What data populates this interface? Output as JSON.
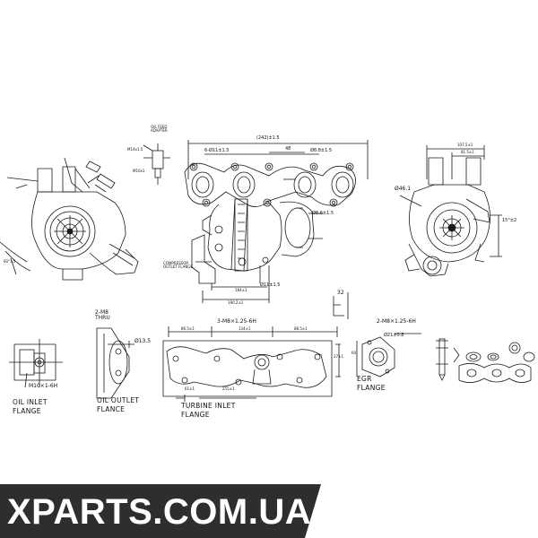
{
  "watermark": {
    "text": "XPARTS.COM.UA",
    "bg_color": "#2e2e2e",
    "text_color": "#ffffff"
  },
  "colors": {
    "line": "#1a1a1a",
    "background": "#ffffff"
  },
  "labels": {
    "oil_feed_adapter": "OIL FEED\nADAPTER",
    "m14x15": "M14x1.5",
    "m10x1_top": "M10x1",
    "dim_242": "(242)±1.5",
    "six_holes": "6-Ø11±1.5",
    "dim_48": "48",
    "dia_8_8": "Ø8.8±1.5",
    "dia_8_6": "Ø8.6±1.5",
    "dia_11": "Ø11±1.5",
    "dim_184": "184±1",
    "dim_190": "190.2±1",
    "compressor_outlet": "COMPRESSOR\nOUTLET FLANGE",
    "dim_107": "107.5±1",
    "dim_81": "81.5±1",
    "dia_46": "Ø46.1",
    "dim_15": "15°±2",
    "dim_32": "32",
    "two_m8_thru": "2-M8\nTHRU",
    "dia_13_5": "Ø13.5",
    "three_m8": "3-M8×1.25-6H",
    "dim_86_5": "86.5±1",
    "dim_134": "134±1",
    "dim_88_5": "88.5±1",
    "dim_255": "255±1",
    "dim_61": "61±1",
    "dim_27": "27±1",
    "m10x1_6h": "M10×1-6H",
    "two_m8_egr": "2-M8×1.25-6H",
    "dia_21": "Ø21±0.8",
    "dim_60": "60",
    "oil_inlet": "OIL INLET\nFLANGE",
    "oil_outlet": "OIL OUTLET\nFLANCE",
    "turbine_inlet": "TURBINE INLET\nFLANGE",
    "egr_flange": "EGR\nFLANGE",
    "dim_60c": "60°±5"
  }
}
